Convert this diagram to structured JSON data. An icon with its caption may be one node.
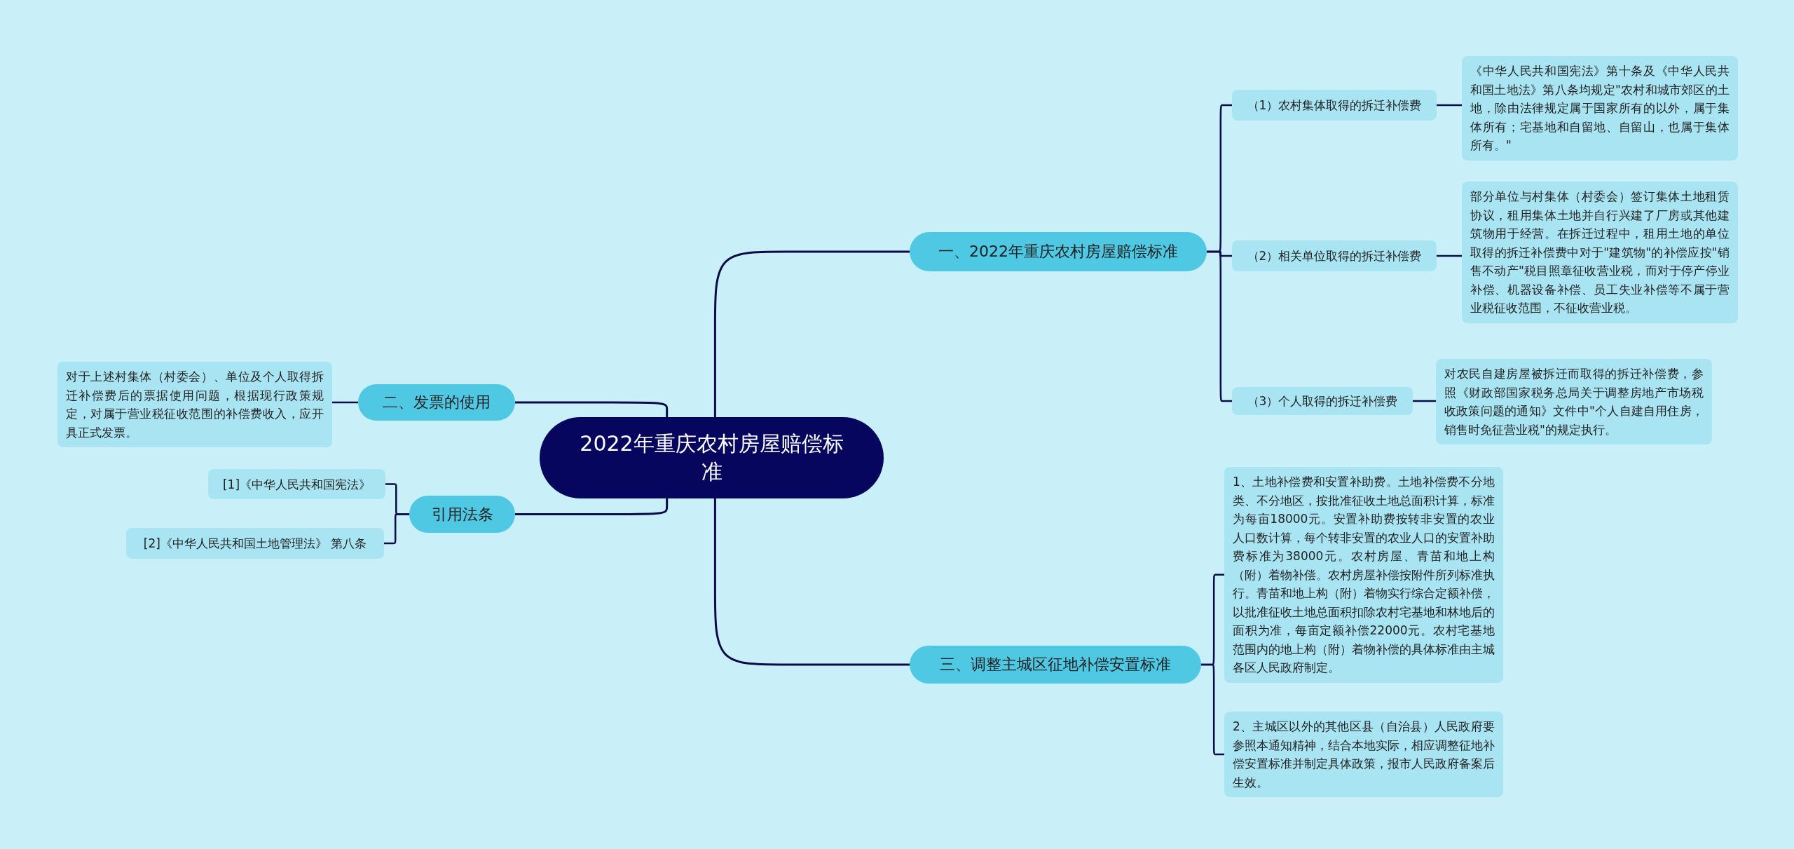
{
  "diagram": {
    "nodes": [
      {
        "text": [
          "2022年重庆农村房屋赔偿标准"
        ]
      },
      {
        "text": [
          "一、2022年重庆农村房屋赔偿标准"
        ]
      },
      {
        "text": [
          "（1）农村集体取得的拆迁补偿费"
        ]
      },
      {
        "text": [
          "《中华人民共和国宪法》第十条及《中华人民共和国土地法》第八条均规定\"农村和城市郊区的土地，除由法律规定属于国家所有的以外，属于集体所有；宅基地和自留地、自留山，也属于集体所有。\""
        ]
      },
      {
        "text": [
          "（2）相关单位取得的拆迁补偿费"
        ]
      },
      {
        "text": [
          "部分单位与村集体（村委会）签订集体土地租赁协议，租用集体土地并自行兴建了厂房或其他建筑物用于经营。在拆迁过程中，租用土地的单位取得的拆迁补偿费中对于\"建筑物\"的补偿应按\"销售不动产\"税目照章征收营业税，而对于停产停业补偿、机器设备补偿、员工失业补偿等不属于营业税征收范围，不征收营业税。"
        ]
      },
      {
        "text": [
          "（3）个人取得的拆迁补偿费"
        ]
      },
      {
        "text": [
          "对农民自建房屋被拆迁而取得的拆迁补偿费，参照《财政部国家税务总局关于调整房地产市场税收政策问题的通知》文件中\"个人自建自用住房，销售时免征营业税\"的规定执行。"
        ]
      },
      {
        "text": [
          "三、调整主城区征地补偿安置标准"
        ]
      },
      {
        "text": [
          "1、土地补偿费和安置补助费。土地补偿费不分地类、不分地区，按批准征收土地总面积计算，标准为每亩18000元。安置补助费按转非安置的农业人口数计算，每个转非安置的农业人口的安置补助费标准为38000元。农村房屋、青苗和地上构（附）着物补偿。农村房屋补偿按附件所列标准执行。青苗和地上构（附）着物实行综合定额补偿，以批准征收土地总面积扣除农村宅基地和林地后的面积为准，每亩定额补偿22000元。农村宅基地范围内的地上构（附）着物补偿的具体标准由主城各区人民政府制定。"
        ]
      },
      {
        "text": [
          "2、主城区以外的其他区县（自治县）人民政府要参照本通知精神，结合本地实际，相应调整征地补偿安置标准并制定具体政策，报市人民政府备案后生效。"
        ]
      },
      {
        "text": [
          "二、发票的使用"
        ]
      },
      {
        "text": [
          "对于上述村集体（村委会）、单位及个人取得拆迁补偿费后的票据使用问题，根据现行政策规定，对属于营业税征收范围的补偿费收入，应开具正式发票。"
        ]
      },
      {
        "text": [
          "引用法条"
        ]
      },
      {
        "text": [
          "[1]《中华人民共和国宪法》"
        ]
      },
      {
        "text": [
          "[2]《中华人民共和国土地管理法》 第八条"
        ]
      }
    ],
    "edges": [
      {
        "from": 0,
        "to": 1,
        "arrow": "none"
      },
      {
        "from": 1,
        "to": 2,
        "arrow": "none"
      },
      {
        "from": 2,
        "to": 3,
        "arrow": "none"
      },
      {
        "from": 1,
        "to": 4,
        "arrow": "none"
      },
      {
        "from": 4,
        "to": 5,
        "arrow": "none"
      },
      {
        "from": 1,
        "to": 6,
        "arrow": "none"
      },
      {
        "from": 6,
        "to": 7,
        "arrow": "none"
      },
      {
        "from": 0,
        "to": 8,
        "arrow": "none"
      },
      {
        "from": 8,
        "to": 9,
        "arrow": "none"
      },
      {
        "from": 8,
        "to": 10,
        "arrow": "none"
      },
      {
        "from": 0,
        "to": 11,
        "arrow": "none"
      },
      {
        "from": 11,
        "to": 12,
        "arrow": "none"
      },
      {
        "from": 0,
        "to": 13,
        "arrow": "none"
      },
      {
        "from": 13,
        "to": 14,
        "arrow": "none"
      },
      {
        "from": 13,
        "to": 15,
        "arrow": "none"
      }
    ]
  }
}
